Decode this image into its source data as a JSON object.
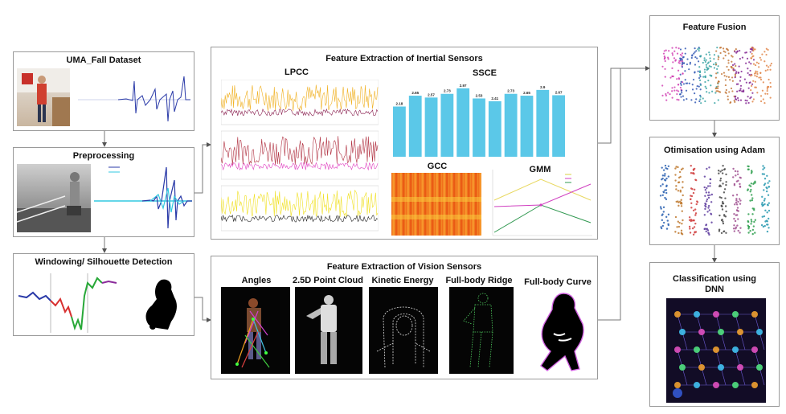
{
  "dataset": {
    "title": "UMA_Fall Dataset"
  },
  "preprocessing": {
    "title": "Preprocessing"
  },
  "windowing": {
    "title": "Windowing/ Silhouette Detection"
  },
  "inertial": {
    "title": "Feature Extraction of Inertial Sensors",
    "lpcc": "LPCC",
    "ssce": "SSCE",
    "gcc": "GCC",
    "gmm": "GMM",
    "ssce_values": [
      2.18,
      2.65,
      2.57,
      2.73,
      2.97,
      2.53,
      2.41,
      2.73,
      2.65,
      2.9,
      2.67
    ]
  },
  "vision": {
    "title": "Feature Extraction of Vision Sensors",
    "angles": "Angles",
    "point_cloud": "2.5D Point Cloud",
    "kinetic": "Kinetic Energy",
    "ridge": "Full-body Ridge",
    "curve": "Full-body Curve"
  },
  "fusion": {
    "title": "Feature Fusion"
  },
  "optimisation": {
    "title": "Otimisation using Adam"
  },
  "classification": {
    "title_line1": "Classification using",
    "title_line2": "DNN"
  },
  "colors": {
    "ssce_bar": "#5bc8e8",
    "line_blue": "#2a3aa8",
    "line_cyan": "#32c8e0",
    "gcc_orange": "#f07820"
  }
}
